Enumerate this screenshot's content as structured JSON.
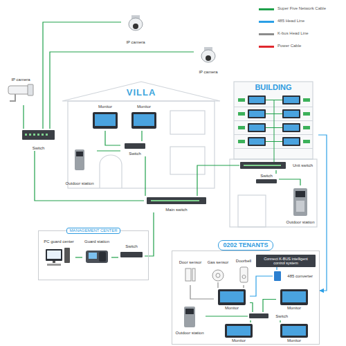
{
  "diagram": {
    "nodes": [
      {
        "text": [
          "IP camera"
        ]
      },
      {
        "text": [
          "IP camera"
        ]
      },
      {
        "text": [
          "IP camera"
        ]
      },
      {
        "text": [
          "Switch"
        ]
      },
      {
        "text": [
          "VILLA"
        ]
      },
      {
        "text": [
          "Monitor"
        ],
        "in": 4
      },
      {
        "text": [
          "Monitor"
        ],
        "in": 4
      },
      {
        "text": [
          "Switch"
        ],
        "in": 4
      },
      {
        "text": [
          "Outdoor station"
        ],
        "in": 4
      },
      {
        "text": [
          "BUILDING"
        ]
      },
      {
        "text": [
          "Unit switch"
        ],
        "in": 9
      },
      {
        "text": [
          "Switch"
        ],
        "in": 9
      },
      {
        "text": [
          "Outdoor station"
        ],
        "in": 9
      },
      {
        "text": [
          "Main switch"
        ]
      },
      {
        "text": [
          "MANAGEMENT CENTER"
        ]
      },
      {
        "text": [
          "PC guard center"
        ],
        "in": 14
      },
      {
        "text": [
          "Guard station"
        ],
        "in": 14
      },
      {
        "text": [
          "Switch"
        ],
        "in": 14
      },
      {
        "text": [
          "0202 TENANTS"
        ]
      },
      {
        "text": [
          "Door sensor"
        ],
        "in": 18
      },
      {
        "text": [
          "Gas sensor"
        ],
        "in": 18
      },
      {
        "text": [
          "Doorbell"
        ],
        "in": 18
      },
      {
        "text": [
          "Connect K-BUS intelligent control system"
        ],
        "in": 18
      },
      {
        "text": [
          "485 converter"
        ],
        "in": 18
      },
      {
        "text": [
          "Monitor"
        ],
        "in": 18
      },
      {
        "text": [
          "Monitor"
        ],
        "in": 18
      },
      {
        "text": [
          "Switch"
        ],
        "in": 18
      },
      {
        "text": [
          "Outdoor station"
        ],
        "in": 18
      },
      {
        "text": [
          "Monitor"
        ],
        "in": 18
      },
      {
        "text": [
          "Monitor"
        ],
        "in": 18
      }
    ],
    "edges": [
      {
        "from": 0,
        "to": 3,
        "arrow": "none"
      },
      {
        "from": 1,
        "to": 3,
        "arrow": "none"
      },
      {
        "from": 2,
        "to": 3,
        "arrow": "none"
      },
      {
        "from": 3,
        "to": 13,
        "arrow": "none"
      },
      {
        "from": 5,
        "to": 7,
        "arrow": "none"
      },
      {
        "from": 6,
        "to": 7,
        "arrow": "none"
      },
      {
        "from": 8,
        "to": 7,
        "arrow": "none"
      },
      {
        "from": 7,
        "to": 13,
        "arrow": "none"
      },
      {
        "from": 11,
        "to": 10,
        "arrow": "none"
      },
      {
        "from": 12,
        "to": 11,
        "arrow": "none"
      },
      {
        "from": 10,
        "to": 13,
        "arrow": "none"
      },
      {
        "from": 13,
        "to": 17,
        "arrow": "none"
      },
      {
        "from": 15,
        "to": 16,
        "arrow": "none"
      },
      {
        "from": 16,
        "to": 17,
        "arrow": "none"
      },
      {
        "from": 9,
        "to": 18,
        "arrow": "to"
      },
      {
        "from": 19,
        "to": 24,
        "arrow": "none"
      },
      {
        "from": 20,
        "to": 24,
        "arrow": "none"
      },
      {
        "from": 21,
        "to": 24,
        "arrow": "none"
      },
      {
        "from": 22,
        "to": 23,
        "arrow": "none"
      },
      {
        "from": 23,
        "to": 24,
        "arrow": "none"
      },
      {
        "from": 24,
        "to": 26,
        "arrow": "none"
      },
      {
        "from": 25,
        "to": 26,
        "arrow": "none"
      },
      {
        "from": 27,
        "to": 26,
        "arrow": "none"
      },
      {
        "from": 28,
        "to": 26,
        "arrow": "none"
      },
      {
        "from": 29,
        "to": 26,
        "arrow": "none"
      }
    ],
    "legend": [
      {
        "text": "Super Five Network Cable",
        "color": "#1ea04a"
      },
      {
        "text": "485 Head Line",
        "color": "#2b9fe6"
      },
      {
        "text": "K-bus Head Line",
        "color": "#8c8c8c"
      },
      {
        "text": "Power Cable",
        "color": "#e0282e"
      }
    ]
  }
}
